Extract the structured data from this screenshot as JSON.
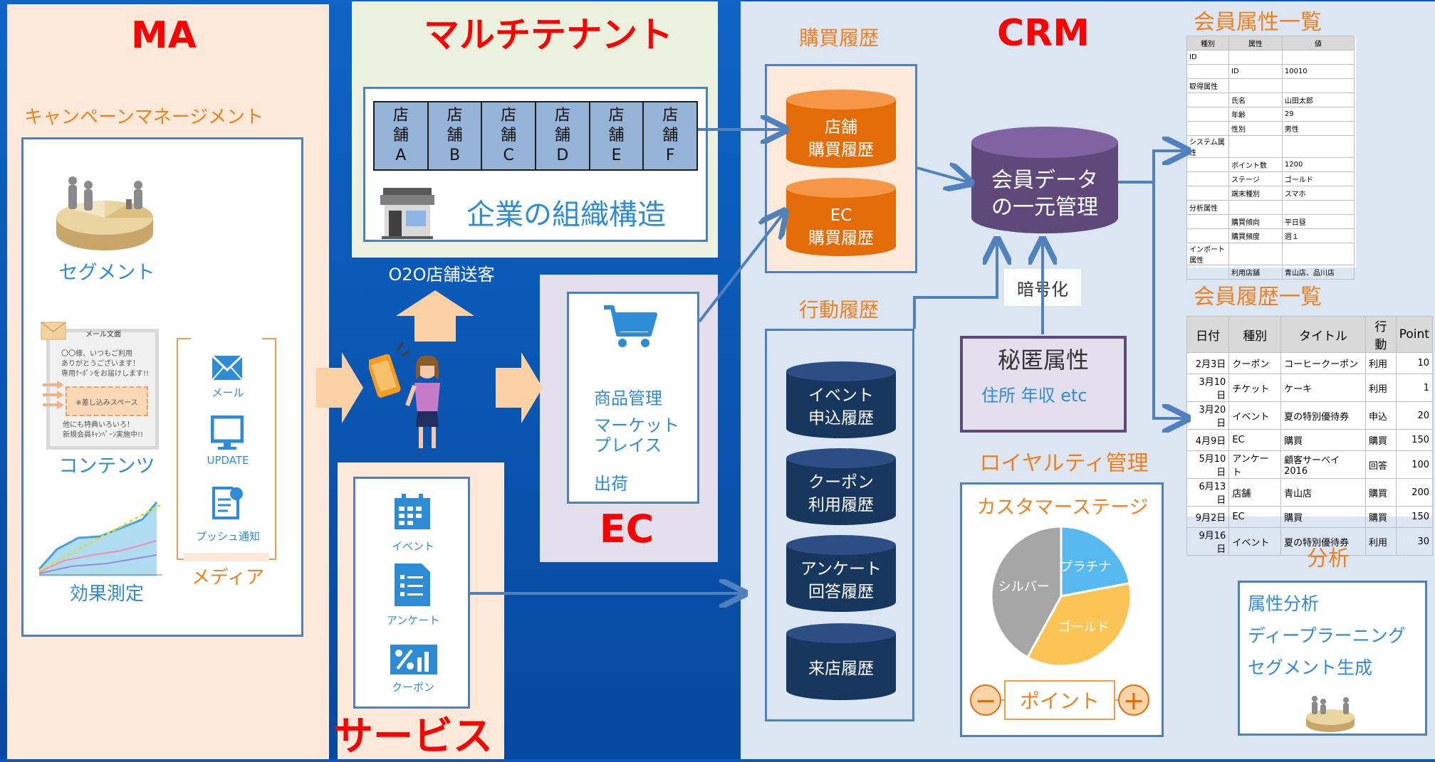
{
  "ma": {
    "title": "MA",
    "campaign": "キャンペーンマネージメント",
    "segment": "セグメント",
    "contents": "コンテンツ",
    "effect": "効果測定",
    "media": "メディア",
    "mail_icon_label": "メール",
    "update_label": "UPDATE",
    "push_label": "プッシュ通知",
    "mail_card": {
      "header": "メール文面",
      "line1": "〇〇様、いつもご利用",
      "line2": "ありがとうございます！",
      "line3": "専用ｸｰﾎﾟﾝをお届けします!!",
      "insert": "※差し込みスペース",
      "line4": "他にも特典いろいろ！",
      "line5": "新規会員ｷｬﾝﾍﾟｰﾝ実施中!!"
    }
  },
  "multitenant": {
    "title": "マルチテナント",
    "stores": [
      {
        "l1": "店",
        "l2": "舗",
        "l3": "A"
      },
      {
        "l1": "店",
        "l2": "舗",
        "l3": "B"
      },
      {
        "l1": "店",
        "l2": "舗",
        "l3": "C"
      },
      {
        "l1": "店",
        "l2": "舗",
        "l3": "D"
      },
      {
        "l1": "店",
        "l2": "舗",
        "l3": "E"
      },
      {
        "l1": "店",
        "l2": "舗",
        "l3": "F"
      }
    ],
    "org": "企業の組織構造"
  },
  "o2o": "O2O店舗送客",
  "ec": {
    "title": "EC",
    "item1": "商品管理",
    "item2a": "マーケット",
    "item2b": "プレイス",
    "item3": "出荷"
  },
  "service": {
    "title": "サービス",
    "event": "イベント",
    "survey": "アンケート",
    "coupon": "クーポン"
  },
  "crm": {
    "title": "CRM",
    "purchase_title": "購買履歴",
    "store_purchase": [
      "店舗",
      "購買履歴"
    ],
    "ec_purchase": [
      "EC",
      "購買履歴"
    ],
    "behavior_title": "行動履歴",
    "behaviors": [
      [
        "イベント",
        "申込履歴"
      ],
      [
        "クーポン",
        "利用履歴"
      ],
      [
        "アンケート",
        "回答履歴"
      ],
      [
        "来店履歴",
        ""
      ]
    ],
    "member_db": [
      "会員データ",
      "の一元管理"
    ],
    "encrypt": "暗号化",
    "secret_title": "秘匿属性",
    "secret_items": "住所 年収 etc",
    "loyalty_title": "ロイヤルティ管理",
    "customer_stage": "カスタマーステージ",
    "point": "ポイント",
    "minus": "－",
    "plus": "＋"
  },
  "chart_data": {
    "type": "pie",
    "title": "カスタマーステージ",
    "categories": [
      "プラチナ",
      "ゴールド",
      "シルバー"
    ],
    "values": [
      22,
      36,
      42
    ],
    "colors": [
      "#58b9f0",
      "#fcc455",
      "#a6a6a6"
    ]
  },
  "attributes": {
    "title": "会員属性一覧",
    "headers": [
      "種別",
      "属性",
      "値"
    ],
    "rows": [
      [
        "ID",
        "",
        ""
      ],
      [
        "",
        "ID",
        "10010"
      ],
      [
        "取得属性",
        "",
        ""
      ],
      [
        "",
        "氏名",
        "山田太郎"
      ],
      [
        "",
        "年齢",
        "29"
      ],
      [
        "",
        "性別",
        "男性"
      ],
      [
        "システム属性",
        "",
        ""
      ],
      [
        "",
        "ポイント数",
        "1200"
      ],
      [
        "",
        "ステージ",
        "ゴールド"
      ],
      [
        "",
        "端末種別",
        "スマホ"
      ],
      [
        "分析属性",
        "",
        ""
      ],
      [
        "",
        "購買傾向",
        "平日昼"
      ],
      [
        "",
        "購買頻度",
        "週１"
      ],
      [
        "インポート属性",
        "",
        ""
      ],
      [
        "",
        "利用店舗",
        "青山店、品川店"
      ]
    ]
  },
  "history": {
    "title": "会員履歴一覧",
    "headers": [
      "日付",
      "種別",
      "タイトル",
      "行動",
      "Point"
    ],
    "rows": [
      [
        "2月3日",
        "クーポン",
        "コーヒークーポン",
        "利用",
        "10"
      ],
      [
        "3月10日",
        "チケット",
        "ケーキ",
        "利用",
        "1"
      ],
      [
        "3月20日",
        "イベント",
        "夏の特別優待券",
        "申込",
        "20"
      ],
      [
        "4月9日",
        "EC",
        "購買",
        "購買",
        "150"
      ],
      [
        "5月10日",
        "アンケート",
        "顧客サーベイ2016",
        "回答",
        "100"
      ],
      [
        "6月13日",
        "店舗",
        "青山店",
        "購買",
        "200"
      ],
      [
        "9月2日",
        "EC",
        "購買",
        "購買",
        "150"
      ],
      [
        "9月16日",
        "イベント",
        "夏の特別優待券",
        "利用",
        "30"
      ]
    ]
  },
  "analysis": {
    "title": "分析",
    "items": [
      "属性分析",
      "ディープラーニング",
      "セグメント生成"
    ]
  }
}
